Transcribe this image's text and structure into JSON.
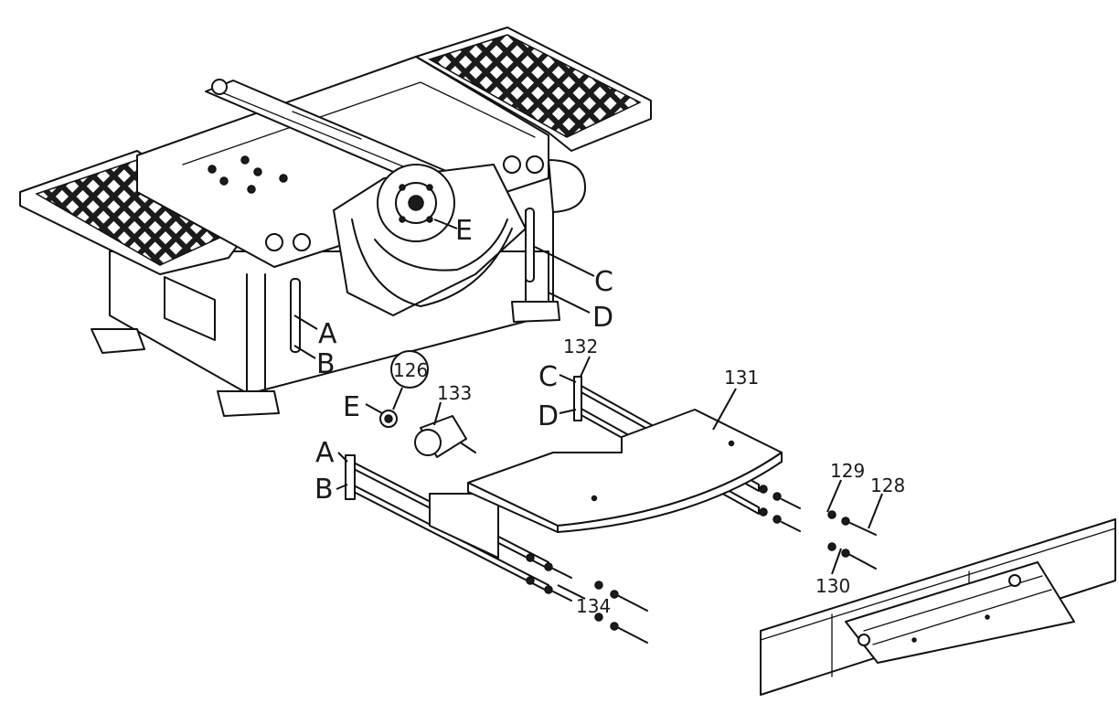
{
  "labels": {
    "a_top": "A",
    "b_top": "B",
    "c_top": "C",
    "d_top": "D",
    "e_top": "E",
    "c_bottom": "C",
    "d_bottom": "D",
    "e_bottom": "E",
    "a_bottom": "A",
    "b_bottom": "B"
  },
  "parts": {
    "p126": "126",
    "p128": "128",
    "p129": "129",
    "p130": "130",
    "p131": "131",
    "p132": "132",
    "p133": "133",
    "p134": "134"
  },
  "colors": {
    "line": "#111111",
    "background": "#ffffff",
    "grid_fill": "#1b1b1b"
  }
}
